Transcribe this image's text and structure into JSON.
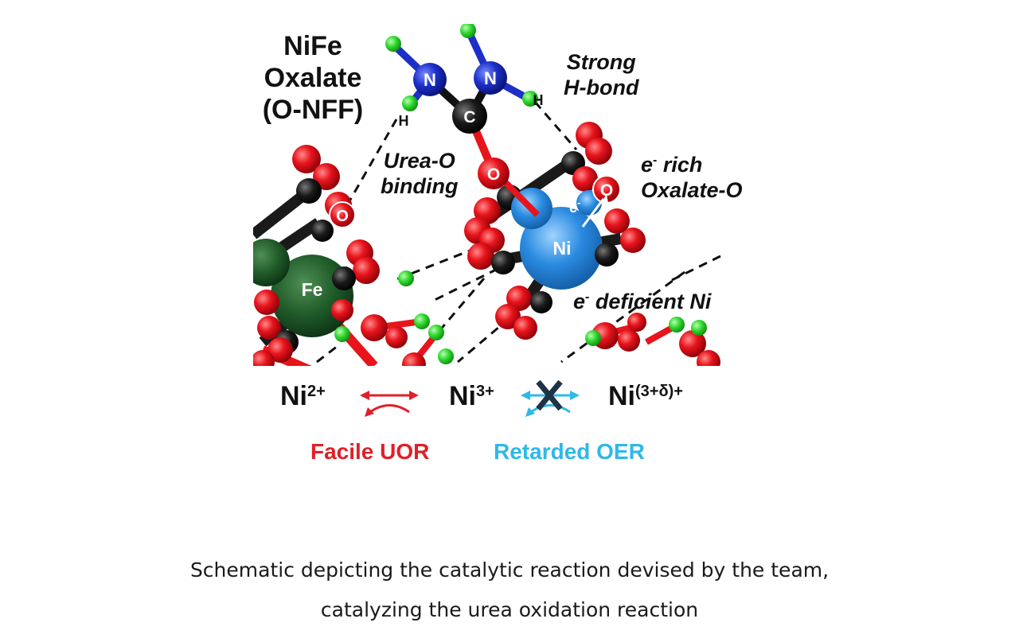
{
  "scheme": {
    "title_lines": [
      "NiFe",
      "Oxalate",
      "(O-NFF)"
    ],
    "strong_hbond_lines": [
      "Strong",
      "H-bond"
    ],
    "urea_o_lines": [
      "Urea-O",
      "binding"
    ],
    "e_rich_line1": "rich",
    "e_rich_line2": "Oxalate-O",
    "e_deficient": "deficient Ni",
    "electron_symbol": "e",
    "electron_sup": "-",
    "atoms": {
      "N": "N",
      "C": "C",
      "O": "O",
      "H": "H",
      "Ni": "Ni",
      "Fe": "Fe"
    },
    "states": [
      {
        "base": "Ni",
        "sup": "2+"
      },
      {
        "base": "Ni",
        "sup": "3+"
      },
      {
        "base": "Ni",
        "sup": "(3+δ)+"
      }
    ],
    "facile": "Facile UOR",
    "retarded": "Retarded OER",
    "colors": {
      "red": "#e0202a",
      "cyan": "#2fb8e8",
      "ni_blue": "#2a86d6",
      "fe_green": "#1e5a2a",
      "h_green": "#2ecc2e",
      "n_blue": "#1a2fb0"
    }
  },
  "caption": {
    "line1": "Schematic depicting the catalytic reaction devised by the team,",
    "line2": "catalyzing the urea oxidation reaction"
  }
}
